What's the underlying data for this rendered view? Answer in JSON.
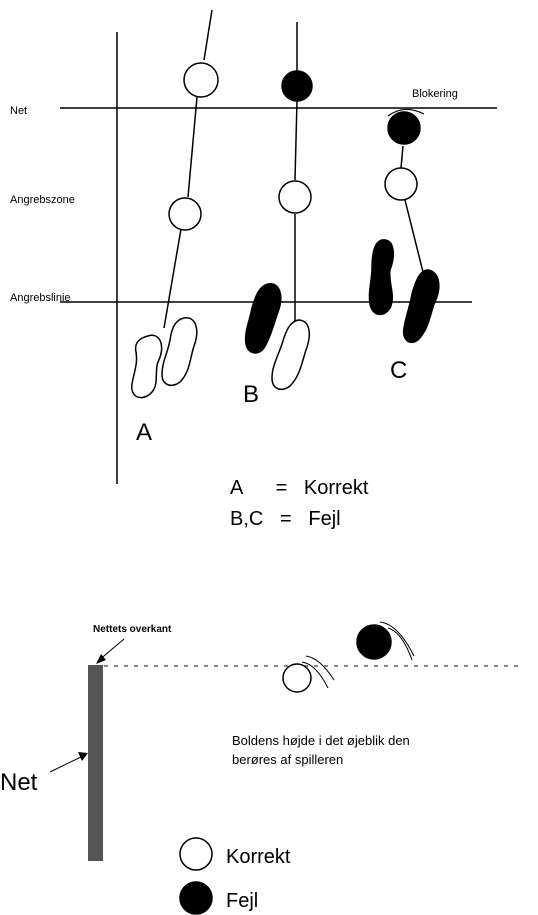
{
  "top_diagram": {
    "labels": {
      "net": "Net",
      "attack_zone": "Angrebszone",
      "attack_line": "Angrebslinie",
      "blocking": "Blokering"
    },
    "players": {
      "a": "A",
      "b": "B",
      "c": "C"
    },
    "legend": {
      "line1": "A      =   Korrekt",
      "line2": "B,C   =   Fejl"
    }
  },
  "bottom_diagram": {
    "net_top_label": "Nettets overkant",
    "net_label": "Net",
    "caption_line1": "Boldens højde i det øjeblik den",
    "caption_line2": "berøres af spilleren"
  },
  "legend": {
    "correct": "Korrekt",
    "fault": "Fejl"
  },
  "colors": {
    "ink": "#000000",
    "net_post": "#555555",
    "dotted_line": "#888888"
  }
}
